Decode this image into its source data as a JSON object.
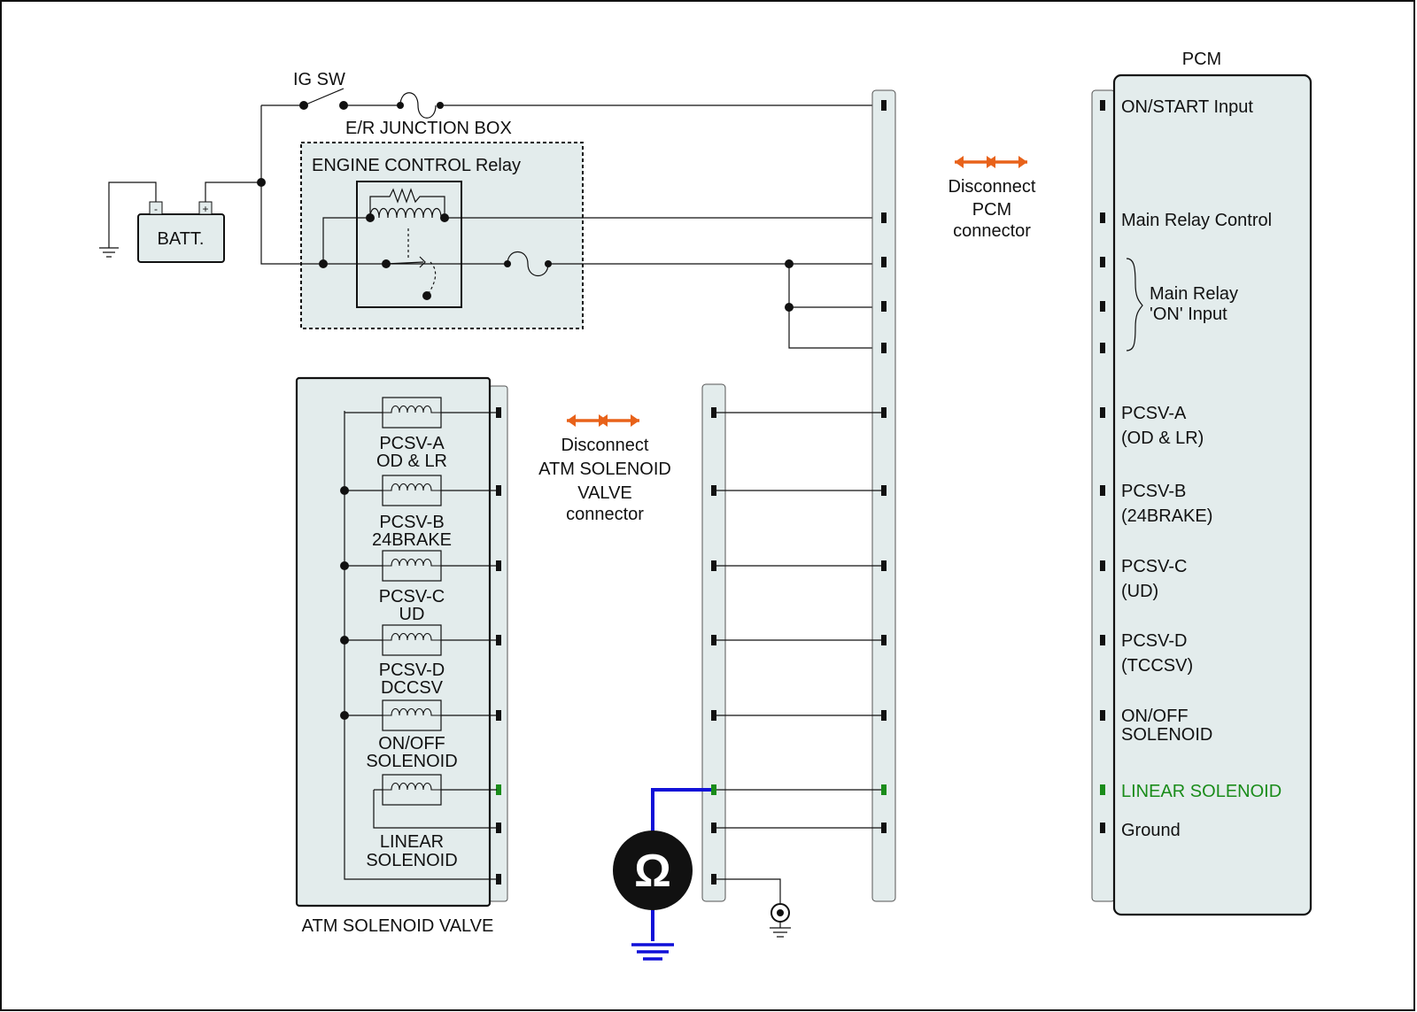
{
  "labels": {
    "ig_sw": "IG SW",
    "er_junction_box": "E/R JUNCTION BOX",
    "engine_control_relay": "ENGINE CONTROL Relay",
    "batt": "BATT.",
    "batt_neg": "-",
    "batt_pos": "+",
    "pcm": "PCM",
    "atm_solenoid_valve": "ATM SOLENOID VALVE"
  },
  "disconnect_pcm": [
    "Disconnect",
    "PCM",
    "connector"
  ],
  "disconnect_atm": [
    "Disconnect",
    "ATM SOLENOID",
    "VALVE",
    "connector"
  ],
  "ohmmeter_symbol": "Ω",
  "pcm_pins": [
    {
      "lines": [
        "ON/START Input"
      ]
    },
    {
      "lines": [
        "Main Relay Control"
      ]
    },
    {
      "lines": [
        "Main Relay",
        "'ON' Input"
      ]
    },
    {
      "lines": [
        "PCSV-A",
        "(OD & LR)"
      ]
    },
    {
      "lines": [
        "PCSV-B",
        "(24BRAKE)"
      ]
    },
    {
      "lines": [
        "PCSV-C",
        "(UD)"
      ]
    },
    {
      "lines": [
        "PCSV-D",
        "(TCCSV)"
      ]
    },
    {
      "lines": [
        "ON/OFF",
        "SOLENOID"
      ]
    },
    {
      "lines": [
        "LINEAR SOLENOID"
      ],
      "highlight": true
    },
    {
      "lines": [
        "Ground"
      ]
    }
  ],
  "solenoids": [
    {
      "lines": [
        "PCSV-A",
        "OD & LR"
      ]
    },
    {
      "lines": [
        "PCSV-B",
        "24BRAKE"
      ]
    },
    {
      "lines": [
        "PCSV-C",
        "UD"
      ]
    },
    {
      "lines": [
        "PCSV-D",
        "DCCSV"
      ]
    },
    {
      "lines": [
        "ON/OFF",
        "SOLENOID"
      ]
    },
    {
      "lines": [
        "LINEAR",
        "SOLENOID"
      ]
    }
  ],
  "colors": {
    "highlight": "#1a8c1a",
    "arrow": "#e8621a",
    "meter_lead": "#1010d8"
  }
}
